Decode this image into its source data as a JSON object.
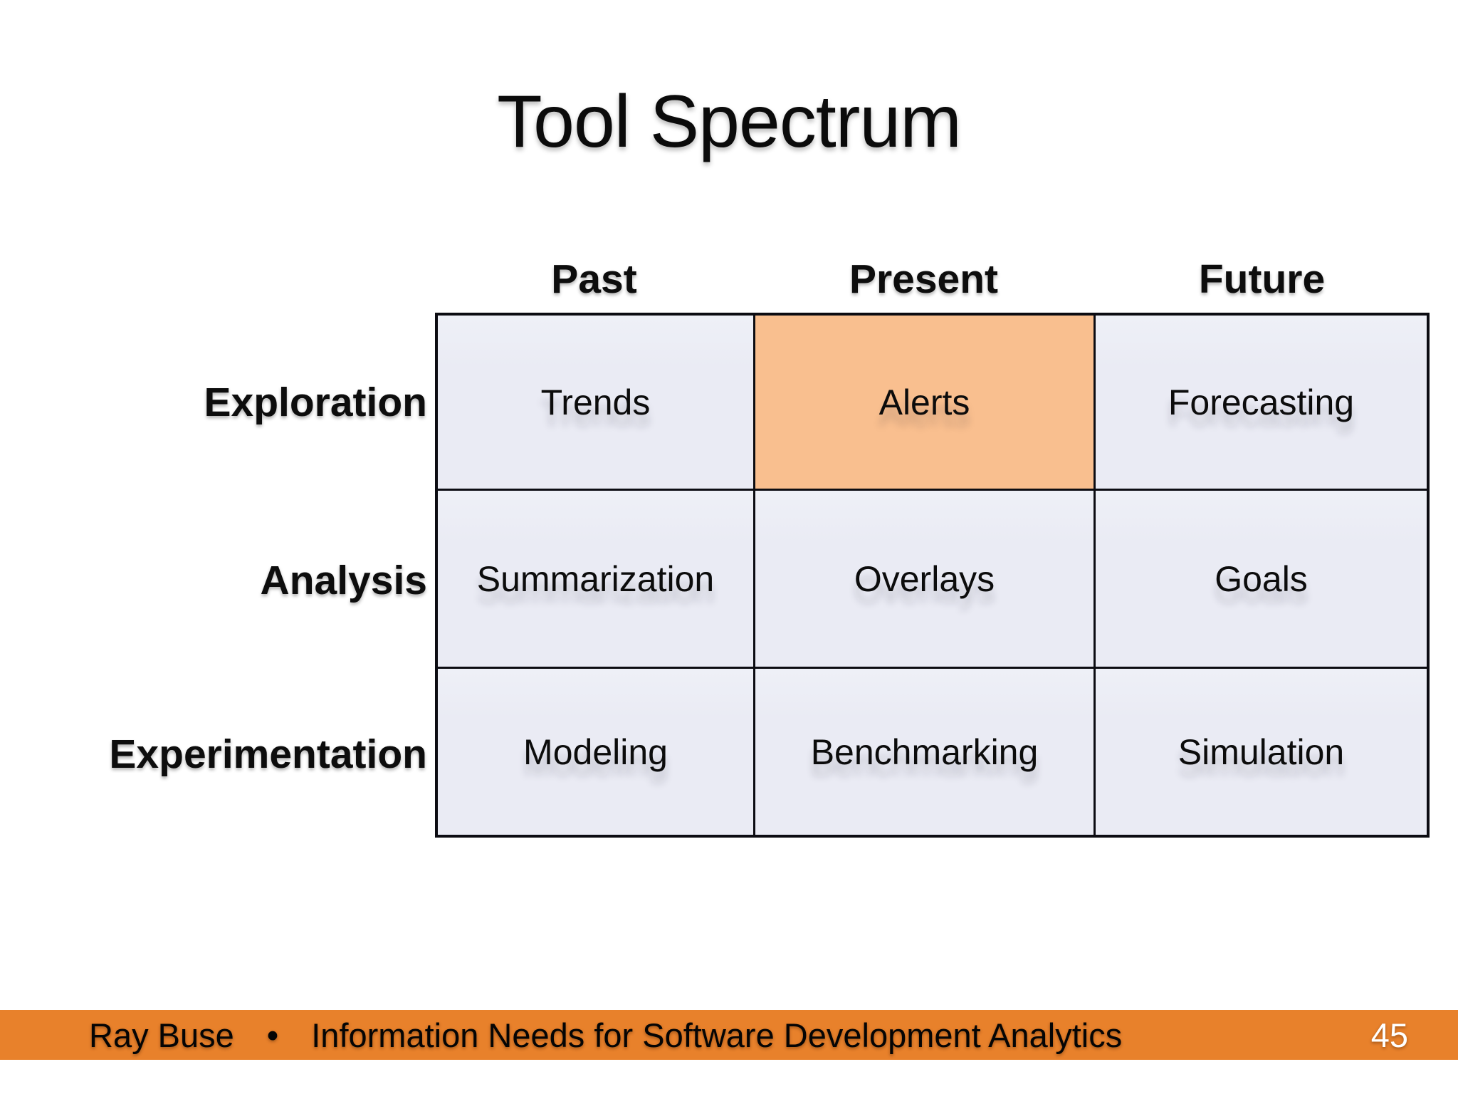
{
  "slide": {
    "title": "Tool Spectrum"
  },
  "matrix": {
    "col_headers": [
      "Past",
      "Present",
      "Future"
    ],
    "row_headers": [
      "Exploration",
      "Analysis",
      "Experimentation"
    ],
    "cells": [
      [
        "Trends",
        "Alerts",
        "Forecasting"
      ],
      [
        "Summarization",
        "Overlays",
        "Goals"
      ],
      [
        "Modeling",
        "Benchmarking",
        "Simulation"
      ]
    ],
    "highlighted_cell": {
      "row": 0,
      "col": 1
    }
  },
  "footer": {
    "author": "Ray Buse",
    "separator": "•",
    "deck_title": "Information Needs for Software Development Analytics",
    "page_number": "45"
  },
  "colors": {
    "cell": "#EAEBF4",
    "cell_highlight": "#F9BF8F",
    "footer_bar": "#E8812B",
    "border": "#0C0C12",
    "page_number": "#FFFFFF"
  }
}
